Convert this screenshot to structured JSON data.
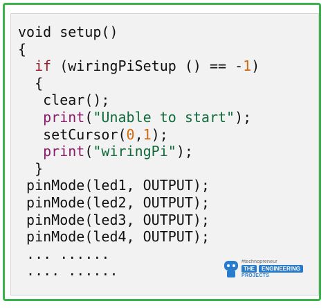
{
  "colors": {
    "border": "#38b44a",
    "panel": "#f2f2f2",
    "keyword": "#9b1d2a",
    "function": "#8a1b69",
    "number": "#d26a10",
    "string": "#0f6b3a",
    "text": "#111111",
    "watermark": "#1f76c9"
  },
  "code": {
    "lines": [
      {
        "indent": "",
        "tokens": [
          {
            "t": "default",
            "v": "void setup()"
          }
        ]
      },
      {
        "indent": "",
        "tokens": [
          {
            "t": "default",
            "v": "{"
          }
        ]
      },
      {
        "indent": "  ",
        "tokens": [
          {
            "t": "kw",
            "v": "if"
          },
          {
            "t": "default",
            "v": " (wiringPiSetup () == -"
          },
          {
            "t": "num",
            "v": "1"
          },
          {
            "t": "default",
            "v": ")"
          }
        ]
      },
      {
        "indent": "  ",
        "tokens": [
          {
            "t": "default",
            "v": "{"
          }
        ]
      },
      {
        "indent": "   ",
        "tokens": [
          {
            "t": "default",
            "v": "clear();"
          }
        ]
      },
      {
        "indent": "   ",
        "tokens": [
          {
            "t": "fn",
            "v": "print"
          },
          {
            "t": "default",
            "v": "("
          },
          {
            "t": "str",
            "v": "\"Unable to start\""
          },
          {
            "t": "default",
            "v": ");"
          }
        ]
      },
      {
        "indent": "   ",
        "tokens": [
          {
            "t": "default",
            "v": "setCursor("
          },
          {
            "t": "num",
            "v": "0"
          },
          {
            "t": "default",
            "v": ","
          },
          {
            "t": "num",
            "v": "1"
          },
          {
            "t": "default",
            "v": ");"
          }
        ]
      },
      {
        "indent": "   ",
        "tokens": [
          {
            "t": "fn",
            "v": "print"
          },
          {
            "t": "default",
            "v": "("
          },
          {
            "t": "str",
            "v": "\"wiringPi\""
          },
          {
            "t": "default",
            "v": ");"
          }
        ]
      },
      {
        "indent": "  ",
        "tokens": [
          {
            "t": "default",
            "v": "}"
          }
        ]
      },
      {
        "indent": " ",
        "tokens": [
          {
            "t": "default",
            "v": "pinMode(led1, OUTPUT);"
          }
        ]
      },
      {
        "indent": " ",
        "tokens": [
          {
            "t": "default",
            "v": "pinMode(led2, OUTPUT);"
          }
        ]
      },
      {
        "indent": " ",
        "tokens": [
          {
            "t": "default",
            "v": "pinMode(led3, OUTPUT);"
          }
        ]
      },
      {
        "indent": " ",
        "tokens": [
          {
            "t": "default",
            "v": "pinMode(led4, OUTPUT);"
          }
        ]
      },
      {
        "indent": " ",
        "tokens": [
          {
            "t": "default",
            "v": "... ......"
          }
        ]
      },
      {
        "indent": " ",
        "tokens": [
          {
            "t": "default",
            "v": ".... ......"
          }
        ]
      }
    ]
  },
  "watermark": {
    "top": "#technopreneur",
    "the": "THE",
    "engineering": "ENGINEERING",
    "bottom": "PROJECTS",
    "icon": "robot-icon"
  }
}
